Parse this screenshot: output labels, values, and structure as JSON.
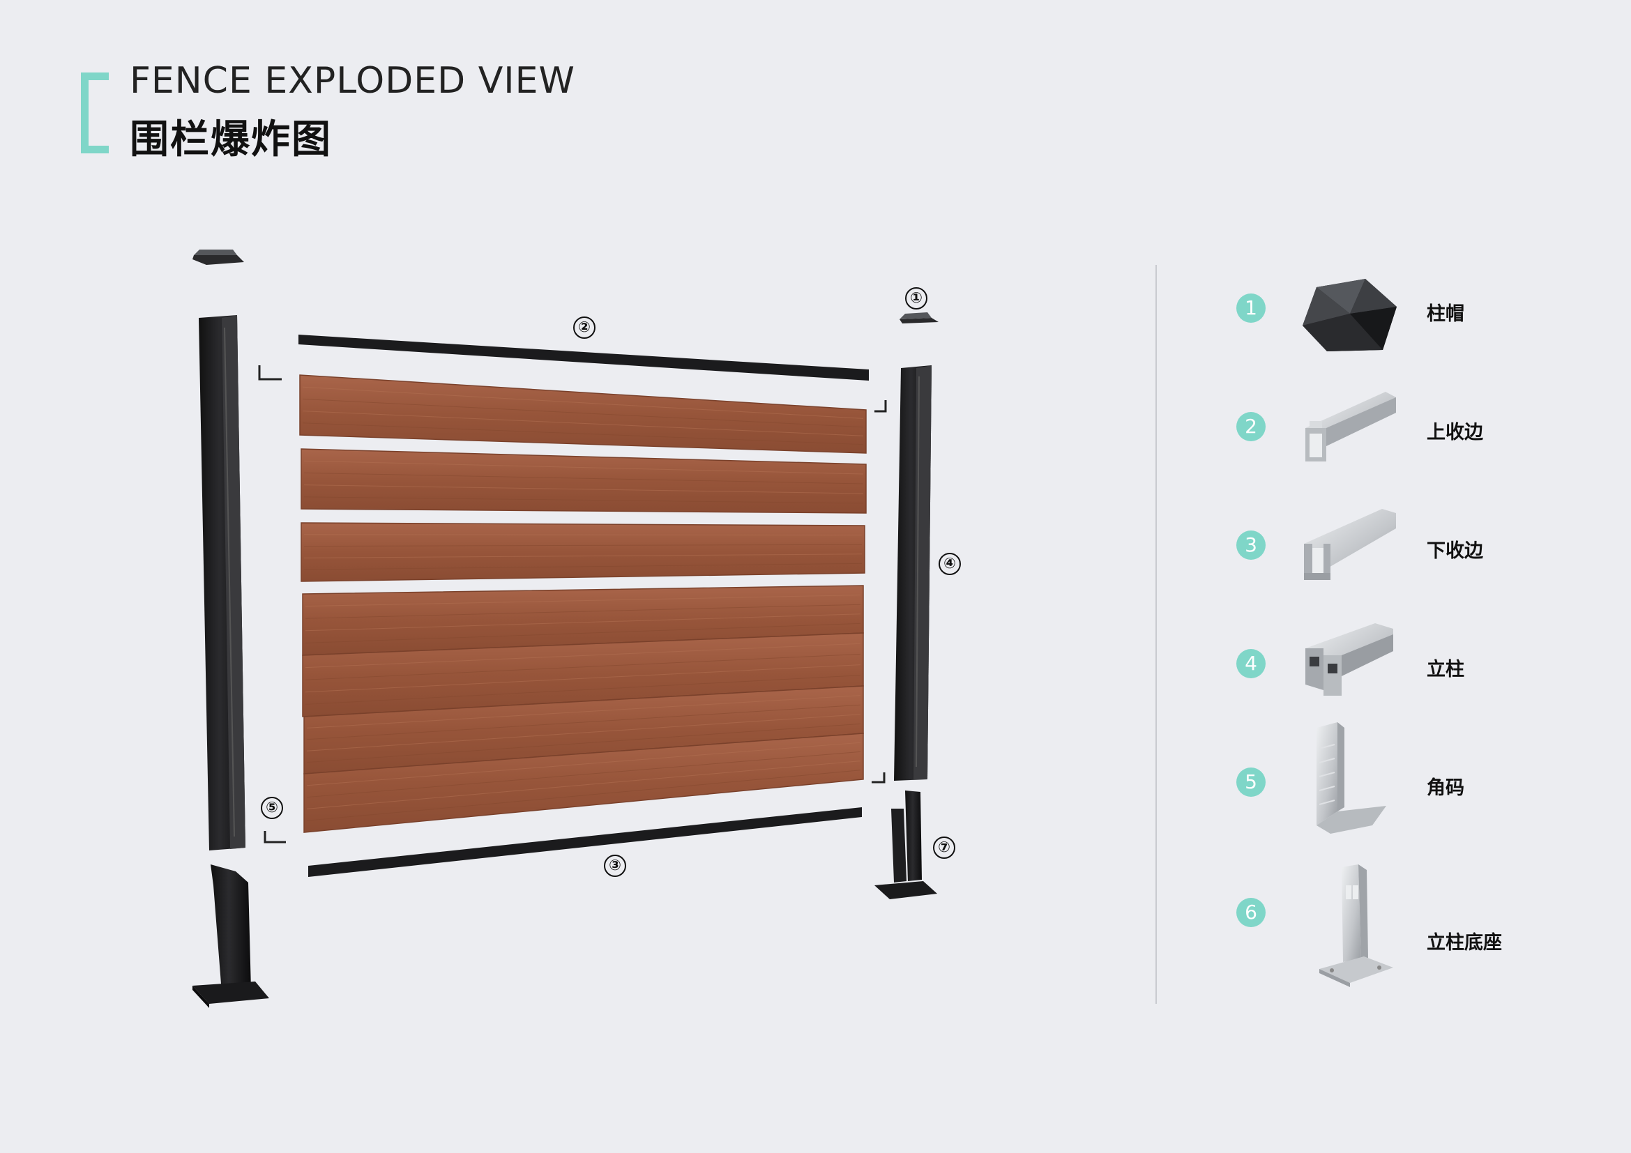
{
  "header": {
    "title_en": "FENCE EXPLODED VIEW",
    "title_zh": "围栏爆炸图"
  },
  "colors": {
    "accent": "#7fd6c8",
    "background": "#ecedf1",
    "aluminium_black": "#1c1c1e",
    "wood_board": "#9c5a3c",
    "aluminium_silver": "#c9ccd0"
  },
  "diagram": {
    "callouts": [
      "①",
      "②",
      "③",
      "④",
      "⑤",
      "⑦"
    ],
    "board_count": 7
  },
  "legend": {
    "items": [
      {
        "num": "1",
        "label": "柱帽",
        "icon": "post-cap-icon"
      },
      {
        "num": "2",
        "label": "上收边",
        "icon": "top-rail-icon"
      },
      {
        "num": "3",
        "label": "下收边",
        "icon": "bottom-rail-icon"
      },
      {
        "num": "4",
        "label": "立柱",
        "icon": "post-icon"
      },
      {
        "num": "5",
        "label": "角码",
        "icon": "corner-bracket-icon"
      },
      {
        "num": "6",
        "label": "立柱底座",
        "icon": "post-base-icon"
      }
    ]
  }
}
